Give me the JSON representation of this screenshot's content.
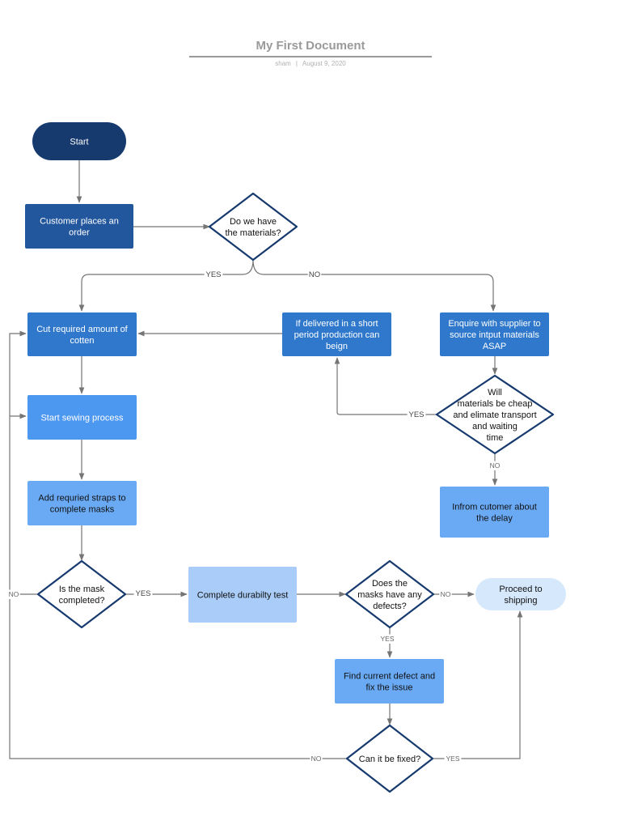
{
  "document": {
    "title": "My First Document",
    "author": "sham",
    "date": "August 9, 2020"
  },
  "nodes": {
    "start": [
      "Start"
    ],
    "customer_order": [
      "Customer places an",
      "order"
    ],
    "have_materials": [
      "Do we have",
      "the materials?"
    ],
    "cut": [
      "Cut required amount of",
      "cotten"
    ],
    "delivered_short": [
      "If delivered in a short",
      "period production can",
      "beign"
    ],
    "enquire_supplier": [
      "Enquire with supplier to",
      "source intput materials",
      "ASAP"
    ],
    "sewing": [
      "Start sewing process"
    ],
    "cheap_materials": [
      "Will",
      "materials be cheap",
      "and elimate transport",
      "and waiting",
      "time"
    ],
    "straps": [
      "Add requried straps to",
      "complete masks"
    ],
    "inform_customer": [
      "Infrom cutomer about",
      "the delay"
    ],
    "mask_completed": [
      "Is the mask",
      "completed?"
    ],
    "durability": [
      "Complete durabilty test"
    ],
    "defects": [
      "Does the",
      "masks have any",
      "defects?"
    ],
    "shipping": [
      "Proceed to",
      "shipping"
    ],
    "find_defect": [
      "Find current defect and",
      "fix the issue"
    ],
    "can_fix": [
      "Can it be fixed?"
    ]
  },
  "labels": {
    "yes": "YES",
    "no": "NO"
  },
  "colors": {
    "navy": "#16396e",
    "dark_blue": "#22579e",
    "mid_blue": "#2f78cc",
    "bright_blue": "#4c97f0",
    "light_blue": "#6aaaf5",
    "pale_blue": "#a9cdf8",
    "paler_blue": "#d6e8fc",
    "diamond_stroke": "#16396e",
    "line": "#757575"
  }
}
